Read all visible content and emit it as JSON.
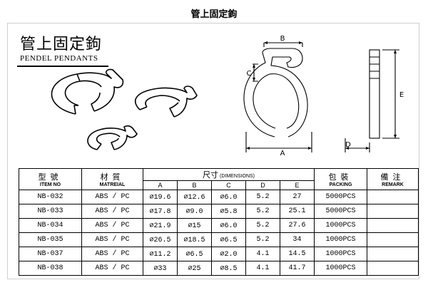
{
  "page": {
    "title": "管上固定鉤"
  },
  "heading": {
    "cn": "管上固定鉤",
    "en": "PENDEL PENDANTS"
  },
  "diagram": {
    "labels": {
      "b": "B",
      "c": "C",
      "a": "A",
      "e": "E",
      "d": "D"
    }
  },
  "table": {
    "headers": {
      "item_cn": "型號",
      "item_en": "ITEM NO",
      "material_cn": "材質",
      "material_en": "MATREIAL",
      "dimensions_cn": "尺寸",
      "dimensions_en": "(DIMENSIONS)",
      "packing_cn": "包裝",
      "packing_en": "PACKING",
      "remark_cn": "備注",
      "remark_en": "REMARK",
      "dims": [
        "A",
        "B",
        "C",
        "D",
        "E"
      ]
    },
    "rows": [
      {
        "item": "NB-032",
        "material": "ABS / PC",
        "a": "⌀19.6",
        "b": "⌀12.6",
        "c": "⌀6.0",
        "d": "5.2",
        "e": "27",
        "packing": "5000PCS",
        "remark": ""
      },
      {
        "item": "NB-033",
        "material": "ABS / PC",
        "a": "⌀17.8",
        "b": "⌀9.0",
        "c": "⌀5.8",
        "d": "5.2",
        "e": "25.1",
        "packing": "5000PCS",
        "remark": ""
      },
      {
        "item": "NB-034",
        "material": "ABS / PC",
        "a": "⌀21.9",
        "b": "⌀15",
        "c": "⌀6.0",
        "d": "5.2",
        "e": "27.6",
        "packing": "1000PCS",
        "remark": ""
      },
      {
        "item": "NB-035",
        "material": "ABS / PC",
        "a": "⌀26.5",
        "b": "⌀18.5",
        "c": "⌀6.5",
        "d": "5.2",
        "e": "34",
        "packing": "1000PCS",
        "remark": ""
      },
      {
        "item": "NB-037",
        "material": "ABS / PC",
        "a": "⌀11.2",
        "b": "⌀6.5",
        "c": "⌀2.0",
        "d": "4.1",
        "e": "14.5",
        "packing": "1000PCS",
        "remark": ""
      },
      {
        "item": "NB-038",
        "material": "ABS / PC",
        "a": "⌀33",
        "b": "⌀25",
        "c": "⌀8.5",
        "d": "4.1",
        "e": "41.7",
        "packing": "1000PCS",
        "remark": ""
      }
    ]
  }
}
